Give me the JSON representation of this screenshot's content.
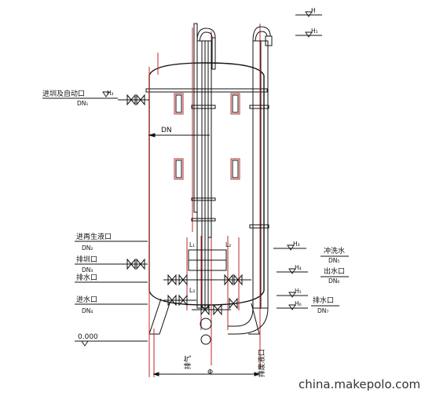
{
  "labels": {
    "inlet_self_cleaning": "进圳及自动口",
    "regen_liquid_inlet": "进再生液口",
    "drain_top": "排圳口",
    "drain_mid": "排水口",
    "water_inlet": "进水口",
    "flush_water": "冲洗水",
    "water_outlet": "出水口",
    "drain_right": "排水口",
    "exhaust": "排气",
    "drain_bottom": "排废液口",
    "phi": "Φ",
    "dn_tank": "DN",
    "elevation": "0.000"
  },
  "dn_tags": {
    "dn1": "DN₁",
    "dn2": "DN₂",
    "dn3": "DN₃",
    "dn4": "DN₄",
    "dn5": "DN₅",
    "dn6": "DN₆",
    "dn7": "DN₇"
  },
  "level_marks": {
    "h": "H",
    "h1": "H₁",
    "h2": "H₂",
    "h3": "H₃",
    "h4": "H₄",
    "h5": "H₅",
    "h6": "H₆"
  },
  "dims": {
    "l1": "L₁",
    "l2": "L₂",
    "l3": "L₃"
  },
  "watermark": "china.makepolo.com"
}
